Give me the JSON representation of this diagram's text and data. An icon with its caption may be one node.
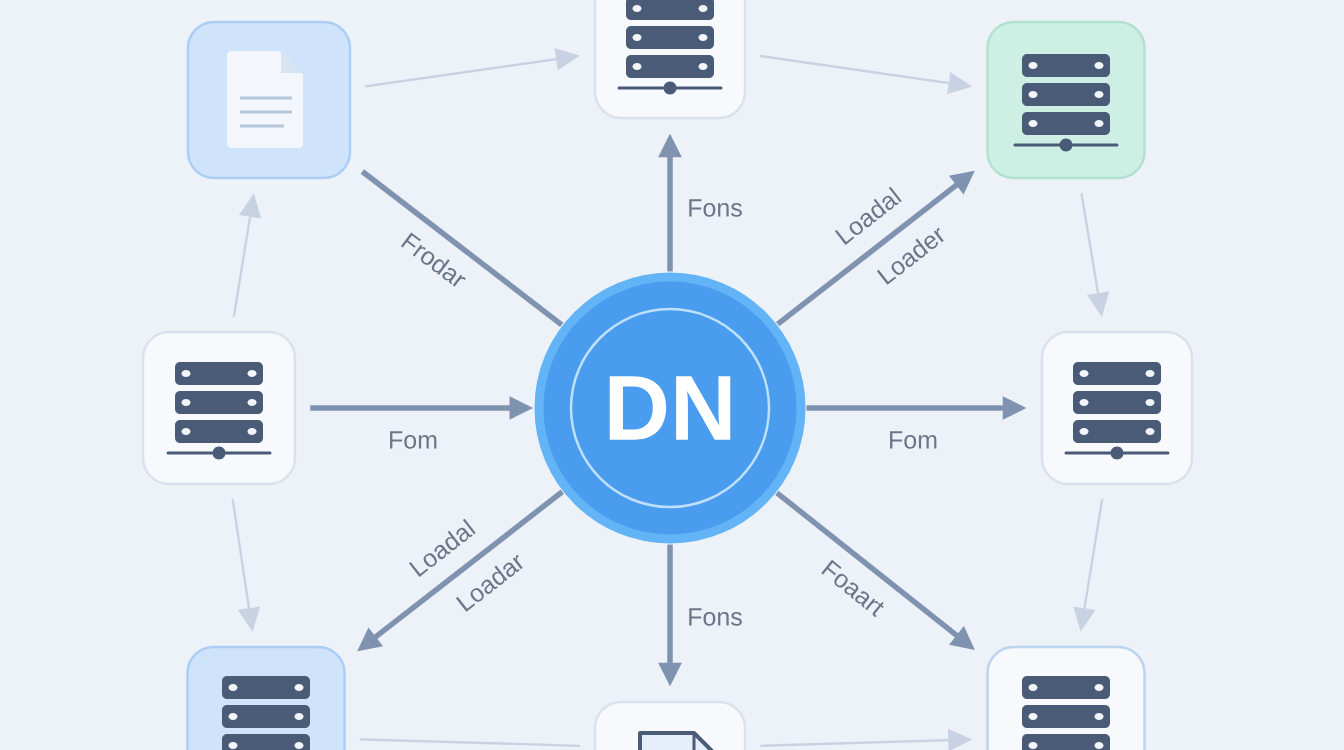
{
  "diagram": {
    "nodes": [
      {
        "text": [],
        "shape": "box"
      },
      {
        "text": [],
        "shape": "box"
      },
      {
        "text": [],
        "shape": "box"
      },
      {
        "text": [],
        "shape": "box"
      },
      {
        "text": [
          "DN"
        ]
      },
      {
        "text": [],
        "shape": "box"
      },
      {
        "text": [],
        "shape": "box"
      },
      {
        "text": [],
        "shape": "box"
      },
      {
        "text": [],
        "shape": "box"
      }
    ],
    "edges": [
      {
        "from": 1,
        "to": 0,
        "arrow": "to"
      },
      {
        "from": 0,
        "to": 2,
        "arrow": "to"
      },
      {
        "from": 3,
        "to": 1,
        "arrow": "to"
      },
      {
        "from": 2,
        "to": 5,
        "arrow": "to"
      },
      {
        "from": 4,
        "to": 1,
        "arrow": "none",
        "label": "Frodar",
        "style": "thick",
        "color": "#7f92b0"
      },
      {
        "from": 4,
        "to": 0,
        "arrow": "to",
        "label": "Fons",
        "style": "thick",
        "color": "#7f92b0"
      },
      {
        "from": 4,
        "to": 2,
        "arrow": "to",
        "label": "Loadal",
        "style": "thick",
        "color": "#7f92b0"
      },
      {
        "from": 3,
        "to": 4,
        "arrow": "to",
        "label": "Fom",
        "style": "thick",
        "color": "#7f92b0"
      },
      {
        "from": 4,
        "to": 5,
        "arrow": "to",
        "label": "Fom",
        "style": "thick",
        "color": "#7f92b0"
      },
      {
        "from": 3,
        "to": 6,
        "arrow": "to"
      },
      {
        "from": 5,
        "to": 8,
        "arrow": "to"
      },
      {
        "from": 4,
        "to": 6,
        "arrow": "to",
        "label": "Loadal",
        "style": "thick",
        "color": "#7f92b0"
      },
      {
        "from": 4,
        "to": 7,
        "arrow": "to",
        "label": "Fons",
        "style": "thick",
        "color": "#7f92b0"
      },
      {
        "from": 4,
        "to": 8,
        "arrow": "to",
        "label": "Foaart",
        "style": "thick",
        "color": "#7f92b0"
      },
      {
        "from": 6,
        "to": 7,
        "arrow": "none"
      },
      {
        "from": 7,
        "to": 8,
        "arrow": "to"
      }
    ],
    "labels": [
      "Loader",
      "Loadar"
    ]
  }
}
